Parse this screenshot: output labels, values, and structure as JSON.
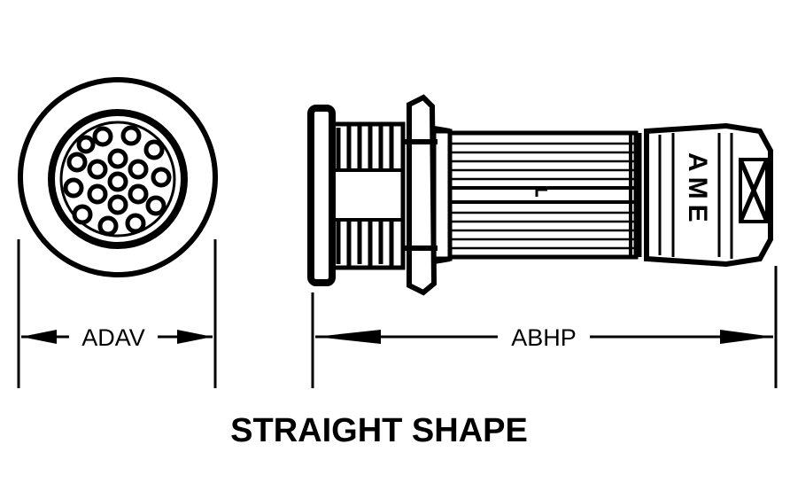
{
  "drawing": {
    "caption": "STRAIGHT SHAPE",
    "dimensions": {
      "end_view_label": "ADAV",
      "side_view_label": "ABHP"
    },
    "side_view_marking": "AME"
  },
  "colors": {
    "ink": "#000000",
    "paper": "#ffffff"
  }
}
